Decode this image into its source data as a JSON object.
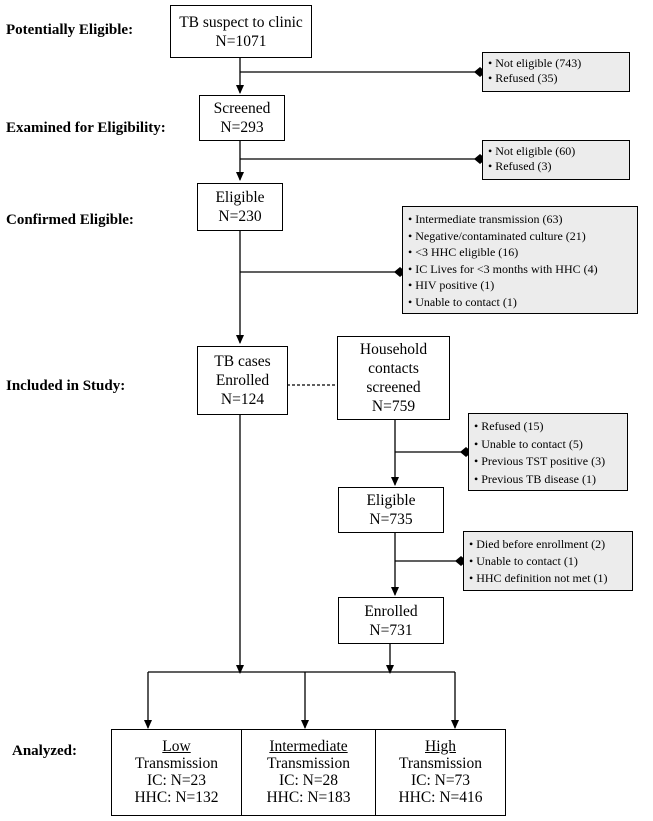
{
  "stages": {
    "potentially_eligible": "Potentially Eligible:",
    "examined": "Examined for Eligibility:",
    "confirmed": "Confirmed Eligible:",
    "included": "Included in Study:",
    "analyzed": "Analyzed:"
  },
  "boxes": {
    "suspect": {
      "label": "TB suspect to clinic",
      "n": "N=1071"
    },
    "screened": {
      "label": "Screened",
      "n": "N=293"
    },
    "eligible": {
      "label": "Eligible",
      "n": "N=230"
    },
    "tb_cases": {
      "label1": "TB cases",
      "label2": "Enrolled",
      "n": "N=124"
    },
    "household": {
      "label1": "Household",
      "label2": "contacts",
      "label3": "screened",
      "n": "N=759"
    },
    "hhc_eligible": {
      "label": "Eligible",
      "n": "N=735"
    },
    "hhc_enrolled": {
      "label": "Enrolled",
      "n": "N=731"
    }
  },
  "exclusions": {
    "ex1": [
      "Not eligible  (743)",
      "Refused (35)"
    ],
    "ex2": [
      "Not eligible  (60)",
      "Refused (3)"
    ],
    "ex3": [
      "Intermediate transmission (63)",
      "Negative/contaminated culture (21)",
      "<3 HHC eligible  (16)",
      "IC Lives for <3 months with HHC (4)",
      "HIV  positive (1)",
      "Unable to contact (1)"
    ],
    "ex4": [
      "Refused (15)",
      "Unable to contact (5)",
      "Previous TST positive (3)",
      "Previous TB disease (1)"
    ],
    "ex5": [
      "Died before enrollment (2)",
      "Unable to contact (1)",
      "HHC definition not met (1)"
    ]
  },
  "groups": [
    {
      "name1": "Low",
      "name2": "Transmission",
      "ic": "IC: N=23",
      "hhc": "HHC: N=132"
    },
    {
      "name1": "Intermediate",
      "name2": "Transmission",
      "ic": "IC: N=28",
      "hhc": "HHC: N=183"
    },
    {
      "name1": "High",
      "name2": "Transmission",
      "ic": "IC: N=73",
      "hhc": "HHC: N=416"
    }
  ]
}
